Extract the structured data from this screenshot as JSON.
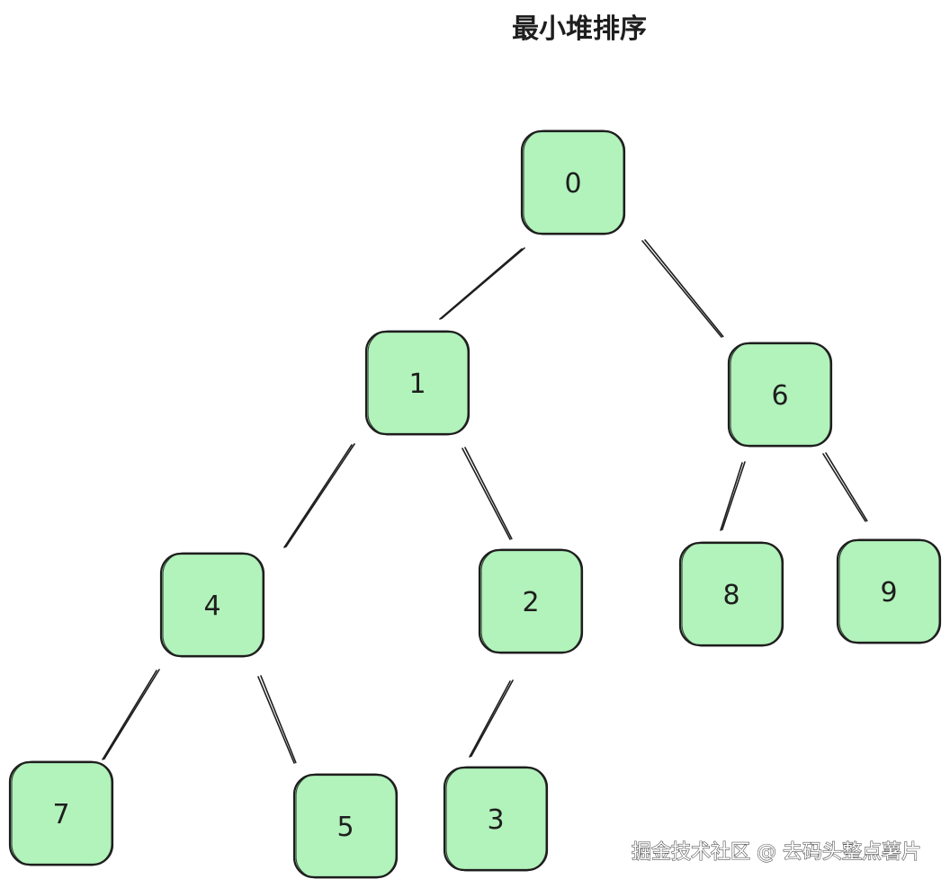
{
  "title": "最小堆排序",
  "nodes": [
    {
      "id": "n0",
      "label": "0"
    },
    {
      "id": "n1",
      "label": "1"
    },
    {
      "id": "n6",
      "label": "6"
    },
    {
      "id": "n4",
      "label": "4"
    },
    {
      "id": "n2",
      "label": "2"
    },
    {
      "id": "n8",
      "label": "8"
    },
    {
      "id": "n9",
      "label": "9"
    },
    {
      "id": "n7",
      "label": "7"
    },
    {
      "id": "n5",
      "label": "5"
    },
    {
      "id": "n3",
      "label": "3"
    }
  ],
  "edges": [
    {
      "from": "n0",
      "to": "n1"
    },
    {
      "from": "n0",
      "to": "n6"
    },
    {
      "from": "n1",
      "to": "n4"
    },
    {
      "from": "n1",
      "to": "n2"
    },
    {
      "from": "n6",
      "to": "n8"
    },
    {
      "from": "n6",
      "to": "n9"
    },
    {
      "from": "n4",
      "to": "n7"
    },
    {
      "from": "n4",
      "to": "n5"
    },
    {
      "from": "n2",
      "to": "n3"
    }
  ],
  "watermark": "掘金技术社区 @ 去码头整点薯片",
  "colors": {
    "node_fill": "#b2f2bb",
    "stroke": "#1e1e1e"
  }
}
